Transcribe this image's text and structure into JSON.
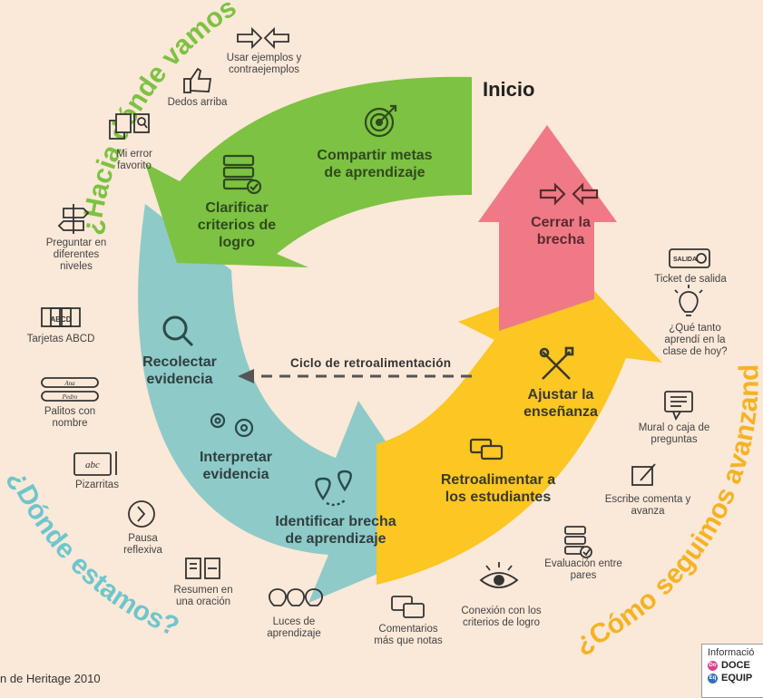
{
  "title": "Inicio",
  "ring_labels": {
    "top_left": "¿Hacia dónde vamos?",
    "bottom_left": "¿Dónde estamos?",
    "bottom_right": "¿Cómo seguimos avanzando?"
  },
  "cycle_label": "Ciclo de retroalimentación",
  "steps": {
    "compartir": "Compartir metas de aprendizaje",
    "clarificar": "Clarificar criterios de logro",
    "cerrar": "Cerrar la brecha",
    "recolectar": "Recolectar evidencia",
    "interpretar": "Interpretar evidencia",
    "identificar": "Identificar brecha de aprendizaje",
    "ajustar": "Ajustar la enseñanza",
    "retroalimentar": "Retroalimentar a los estudiantes"
  },
  "strategies": {
    "usar": "Usar ejemplos y contraejemplos",
    "dedos": "Dedos arriba",
    "error": "Mi error favorito",
    "preguntar": "Preguntar en diferentes niveles",
    "tarjetas": "Tarjetas ABCD",
    "palitos": "Palitos con nombre",
    "pizarritas": "Pizarritas",
    "pausa": "Pausa reflexiva",
    "resumen": "Resumen en una oración",
    "luces": "Luces de aprendizaje",
    "comentarios": "Comentarios más que notas",
    "conexion": "Conexión con los criterios de logro",
    "evaluacion": "Evaluación entre pares",
    "escribe": "Escribe comenta y avanza",
    "mural": "Mural o caja de preguntas",
    "que_tanto": "¿Qué tanto aprendí en la clase de hoy?",
    "ticket": "Ticket de salida"
  },
  "icon_texts": {
    "ticket_card": "SALIDA",
    "slate": "abc",
    "cards": "ABCD",
    "stick1": "Ana",
    "stick2": "Pedro"
  },
  "credit": "n de Heritage 2010",
  "legend": {
    "header": "Informació",
    "item1": "DOCE",
    "item2": "EQUIP",
    "badge1": "Do",
    "badge2": "Eq"
  },
  "colors": {
    "green": "#7dc242",
    "teal": "#8ecac8",
    "yellow": "#fcc623",
    "red": "#ef7a85",
    "ring_green": "#7dc242",
    "ring_teal": "#6ec6cc",
    "ring_yellow": "#f5b324"
  }
}
